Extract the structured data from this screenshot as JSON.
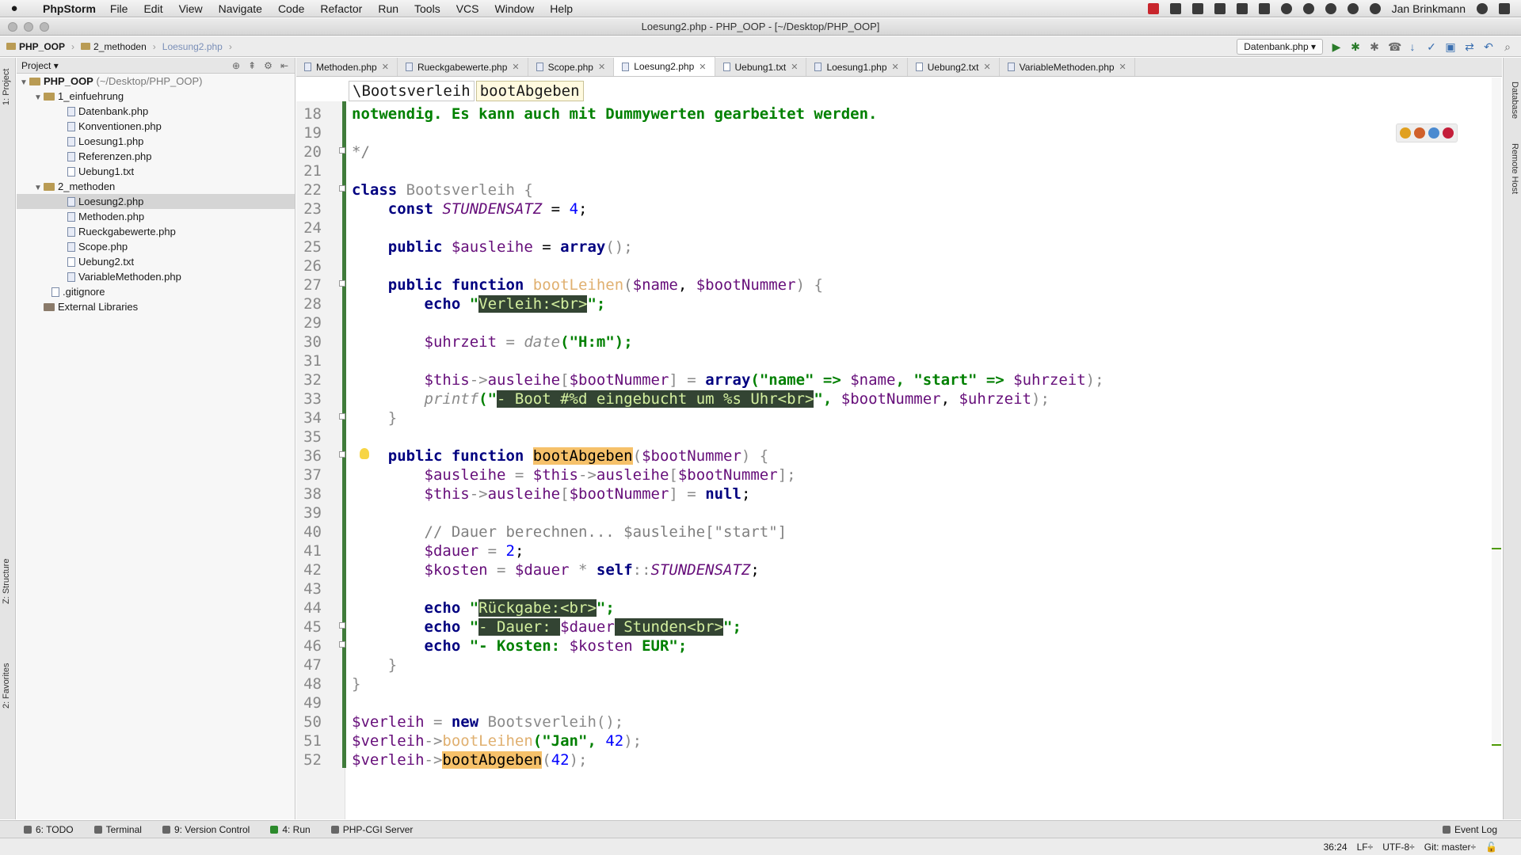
{
  "menubar": {
    "app_name": "PhpStorm",
    "items": [
      "File",
      "Edit",
      "View",
      "Navigate",
      "Code",
      "Refactor",
      "Run",
      "Tools",
      "VCS",
      "Window",
      "Help"
    ],
    "user": "Jan Brinkmann"
  },
  "window": {
    "title": "Loesung2.php - PHP_OOP - [~/Desktop/PHP_OOP]"
  },
  "navbar": {
    "crumbs": [
      "PHP_OOP",
      "2_methoden",
      "Loesung2.php"
    ],
    "run_config": "Datenbank.php"
  },
  "project_panel": {
    "title": "Project",
    "rows": [
      {
        "label": "PHP_OOP",
        "muted": "(~/Desktop/PHP_OOP)"
      },
      {
        "label": "1_einfuehrung"
      },
      {
        "label": "Datenbank.php"
      },
      {
        "label": "Konventionen.php"
      },
      {
        "label": "Loesung1.php"
      },
      {
        "label": "Referenzen.php"
      },
      {
        "label": "Uebung1.txt"
      },
      {
        "label": "2_methoden"
      },
      {
        "label": "Loesung2.php"
      },
      {
        "label": "Methoden.php"
      },
      {
        "label": "Rueckgabewerte.php"
      },
      {
        "label": "Scope.php"
      },
      {
        "label": "Uebung2.txt"
      },
      {
        "label": "VariableMethoden.php"
      },
      {
        "label": ".gitignore"
      },
      {
        "label": "External Libraries"
      }
    ]
  },
  "left_stripe": {
    "project": "1: Project",
    "structure": "Z: Structure",
    "favorites": "2: Favorites"
  },
  "right_stripe": {
    "database": "Database",
    "remote": "Remote Host"
  },
  "tabs": [
    {
      "label": "Methoden.php"
    },
    {
      "label": "Rueckgabewerte.php"
    },
    {
      "label": "Scope.php"
    },
    {
      "label": "Loesung2.php"
    },
    {
      "label": "Uebung1.txt"
    },
    {
      "label": "Loesung1.php"
    },
    {
      "label": "Uebung2.txt"
    },
    {
      "label": "VariableMethoden.php"
    }
  ],
  "editor": {
    "breadcrumb": [
      "\\Bootsverleih",
      "bootAbgeben"
    ],
    "line_numbers": [
      "18",
      "19",
      "20",
      "21",
      "22",
      "23",
      "24",
      "25",
      "26",
      "27",
      "28",
      "29",
      "30",
      "31",
      "32",
      "33",
      "34",
      "35",
      "36",
      "37",
      "38",
      "39",
      "40",
      "41",
      "42",
      "43",
      "44",
      "45",
      "46",
      "47",
      "48",
      "49",
      "50",
      "51",
      "52"
    ],
    "tokens": {
      "l18": "notwendig. Es kann auch mit Dummywerten gearbeitet werden.",
      "l20": "*/",
      "l22a": "class",
      "l22b": " Bootsverleih {",
      "l23a": "    const ",
      "l23b": "STUNDENSATZ",
      "l23c": " = ",
      "l23d": "4",
      "l23e": ";",
      "l25a": "    public ",
      "l25b": "$ausleihe",
      "l25c": " = ",
      "l25d": "array",
      "l25e": "();",
      "l27a": "    public function ",
      "l27b": "bootLeihen",
      "l27c": "(",
      "l27d": "$name",
      "l27e": ", ",
      "l27f": "$bootNummer",
      "l27g": ") {",
      "l28a": "        echo ",
      "l28b": "\"",
      "l28c": "Verleih:<br>",
      "l28d": "\";",
      "l30a": "        ",
      "l30b": "$uhrzeit",
      "l30c": " = ",
      "l30d": "date",
      "l30e": "(\"H:m\");",
      "l32a": "        ",
      "l32b": "$this",
      "l32c": "->",
      "l32d": "ausleihe",
      "l32e": "[",
      "l32f": "$bootNummer",
      "l32g": "] = ",
      "l32h": "array",
      "l32i": "(\"name\" => ",
      "l32j": "$name",
      "l32k": ", \"start\" => ",
      "l32l": "$uhrzeit",
      "l32m": ");",
      "l33a": "        ",
      "l33b": "printf",
      "l33c": "(\"",
      "l33d": "- Boot #%d eingebucht um %s Uhr<br>",
      "l33e": "\", ",
      "l33f": "$bootNummer",
      "l33g": ", ",
      "l33h": "$uhrzeit",
      "l33i": ");",
      "l34": "    }",
      "l36a": "    public function ",
      "l36b": "bootAbgeben",
      "l36c": "(",
      "l36d": "$bootNummer",
      "l36e": ") {",
      "l37a": "        ",
      "l37b": "$ausleihe",
      "l37c": " = ",
      "l37d": "$this",
      "l37e": "->",
      "l37f": "ausleihe",
      "l37g": "[",
      "l37h": "$bootNummer",
      "l37i": "];",
      "l38a": "        ",
      "l38b": "$this",
      "l38c": "->",
      "l38d": "ausleihe",
      "l38e": "[",
      "l38f": "$bootNummer",
      "l38g": "] = ",
      "l38h": "null",
      "l38i": ";",
      "l40": "        // Dauer berechnen... $ausleihe[\"start\"]",
      "l41a": "        ",
      "l41b": "$dauer",
      "l41c": " = ",
      "l41d": "2",
      "l41e": ";",
      "l42a": "        ",
      "l42b": "$kosten",
      "l42c": " = ",
      "l42d": "$dauer",
      "l42e": " * ",
      "l42f": "self",
      "l42g": "::",
      "l42h": "STUNDENSATZ",
      "l42i": ";",
      "l44a": "        echo ",
      "l44b": "\"",
      "l44c": "Rückgabe:<br>",
      "l44d": "\";",
      "l45a": "        echo ",
      "l45b": "\"",
      "l45c": "- Dauer: ",
      "l45d": "$dauer",
      "l45e": " Stunden<br>",
      "l45f": "\";",
      "l46a": "        echo ",
      "l46b": "\"- Kosten: ",
      "l46c": "$kosten",
      "l46d": " EUR\";",
      "l47": "    }",
      "l48": "}",
      "l50a": "$verleih",
      "l50b": " = ",
      "l50c": "new ",
      "l50d": "Bootsverleih",
      "l50e": "();",
      "l51a": "$verleih",
      "l51b": "->",
      "l51c": "bootLeihen",
      "l51d": "(\"Jan\", ",
      "l51e": "42",
      "l51f": ");",
      "l52a": "$verleih",
      "l52b": "->",
      "l52c": "bootAbgeben",
      "l52d": "(",
      "l52e": "42",
      "l52f": ");"
    }
  },
  "bottom_tools": {
    "todo": "6: TODO",
    "terminal": "Terminal",
    "vcs": "9: Version Control",
    "run": "4: Run",
    "server": "PHP-CGI Server",
    "event_log": "Event Log"
  },
  "status": {
    "position": "36:24",
    "line_sep": "LF÷",
    "encoding": "UTF-8÷",
    "git": "Git: master÷"
  },
  "colors": {
    "keyword": "#000080",
    "variable": "#660e7a",
    "number": "#0000ff",
    "string": "#008000",
    "vcs_change": "#3f7b3a",
    "selected_row": "#d5d5d5"
  }
}
